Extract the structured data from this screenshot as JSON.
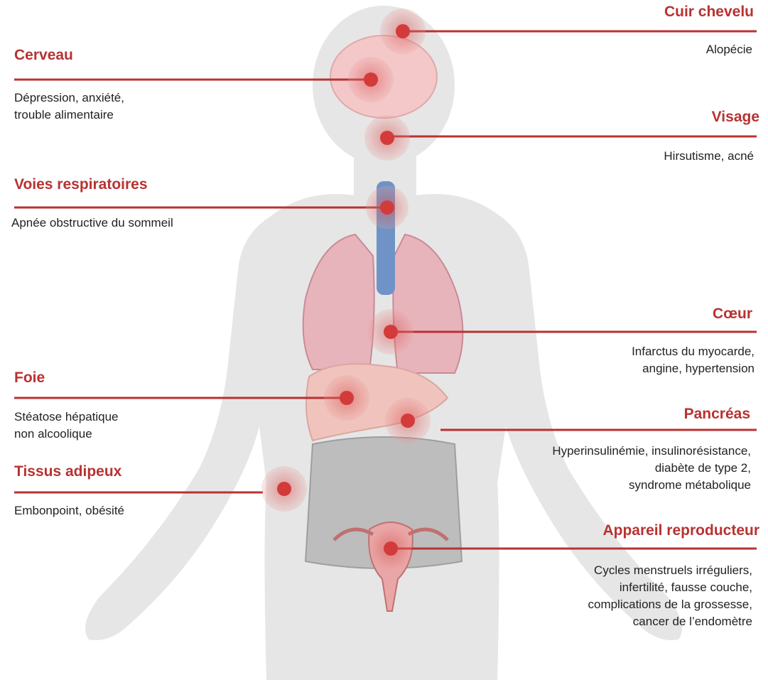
{
  "colors": {
    "accent": "#b83232",
    "text": "#222222",
    "body_silhouette": "#e6e6e6",
    "marker": "#d33b3b"
  },
  "labels": {
    "scalp": {
      "title": "Cuir chevelu",
      "desc": "Alopécie"
    },
    "brain": {
      "title": "Cerveau",
      "desc": "Dépression, anxiété,\ntrouble alimentaire"
    },
    "face": {
      "title": "Visage",
      "desc": "Hirsutisme, acné"
    },
    "airways": {
      "title": "Voies respiratoires",
      "desc": "Apnée obstructive du sommeil"
    },
    "heart": {
      "title": "Cœur",
      "desc": "Infarctus du myocarde,\nangine, hypertension"
    },
    "liver": {
      "title": "Foie",
      "desc": "Stéatose hépatique\nnon alcoolique"
    },
    "pancreas": {
      "title": "Pancréas",
      "desc": "Hyperinsulinémie, insulinorésistance,\ndiabète de type 2,\nsyndrome métabolique"
    },
    "adipose": {
      "title": "Tissus adipeux",
      "desc": "Embonpoint, obésité"
    },
    "reproductive": {
      "title": "Appareil reproducteur",
      "desc": "Cycles menstruels irréguliers,\ninfertilité, fausse couche,\ncomplications de la grossesse,\ncancer de l’endomètre"
    }
  }
}
